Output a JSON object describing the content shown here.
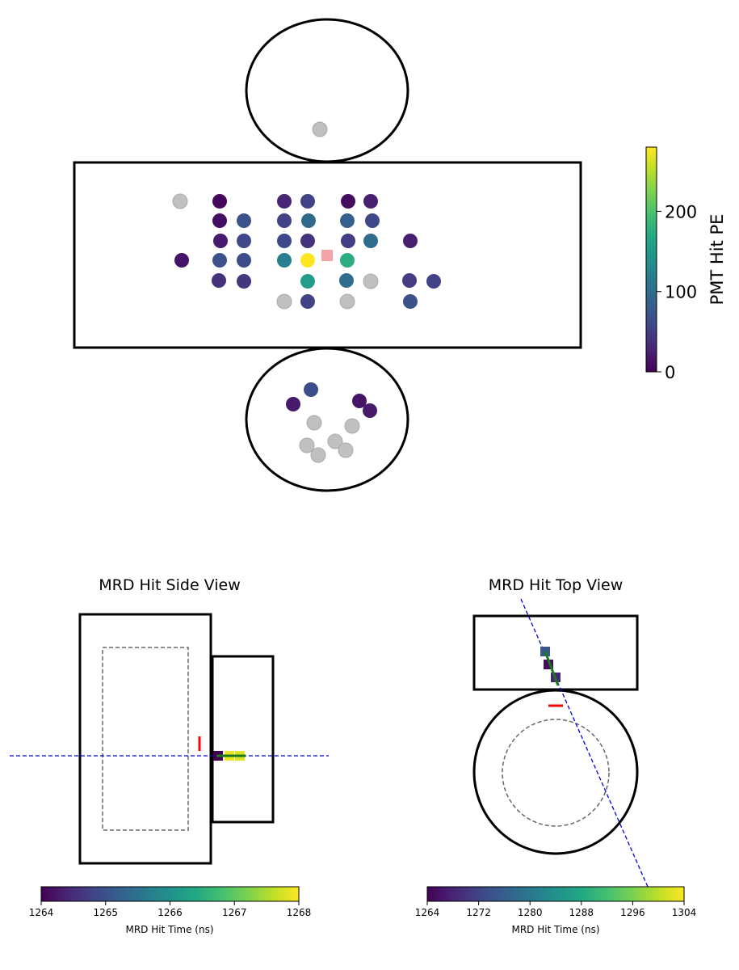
{
  "chart_data": [
    {
      "type": "scatter",
      "title": "",
      "colorbar": {
        "label": "PMT Hit PE",
        "range": [
          0,
          280
        ],
        "ticks": [
          0,
          100,
          200
        ],
        "colormap": "viridis"
      },
      "points": [
        {
          "region": "barrel",
          "pe": null
        },
        {
          "region": "barrel",
          "pe": 5
        },
        {
          "region": "barrel",
          "pe": 30
        },
        {
          "region": "barrel",
          "pe": 55
        },
        {
          "region": "barrel",
          "pe": 8
        },
        {
          "region": "barrel",
          "pe": 25
        },
        {
          "region": "barrel",
          "pe": 10
        },
        {
          "region": "barrel",
          "pe": 70
        },
        {
          "region": "barrel",
          "pe": 55
        },
        {
          "region": "barrel",
          "pe": 95
        },
        {
          "region": "barrel",
          "pe": 85
        },
        {
          "region": "barrel",
          "pe": 60
        },
        {
          "region": "barrel",
          "pe": 20
        },
        {
          "region": "barrel",
          "pe": 60
        },
        {
          "region": "barrel",
          "pe": 60
        },
        {
          "region": "barrel",
          "pe": 40
        },
        {
          "region": "barrel",
          "pe": 50
        },
        {
          "region": "barrel",
          "pe": 100
        },
        {
          "region": "barrel",
          "pe": 25
        },
        {
          "region": "barrel",
          "pe": 15
        },
        {
          "region": "barrel",
          "pe": 70
        },
        {
          "region": "barrel",
          "pe": 65
        },
        {
          "region": "barrel",
          "pe": 120
        },
        {
          "region": "barrel",
          "pe": 280
        },
        {
          "region": "barrel",
          "pe": 175
        },
        {
          "region": "barrel",
          "pe": 40
        },
        {
          "region": "barrel",
          "pe": 45
        },
        {
          "region": "barrel",
          "pe": 155
        },
        {
          "region": "barrel",
          "pe": 100
        },
        {
          "region": "barrel",
          "pe": null
        },
        {
          "region": "barrel",
          "pe": 50
        },
        {
          "region": "barrel",
          "pe": 55
        },
        {
          "region": "barrel",
          "pe": null
        },
        {
          "region": "barrel",
          "pe": 55
        },
        {
          "region": "barrel",
          "pe": null
        },
        {
          "region": "barrel",
          "pe": 70
        },
        {
          "region": "top-cap",
          "pe": null
        },
        {
          "region": "bottom-cap",
          "pe": 65
        },
        {
          "region": "bottom-cap",
          "pe": 20
        },
        {
          "region": "bottom-cap",
          "pe": 15
        },
        {
          "region": "bottom-cap",
          "pe": 20
        },
        {
          "region": "bottom-cap",
          "pe": null
        },
        {
          "region": "bottom-cap",
          "pe": null
        },
        {
          "region": "bottom-cap",
          "pe": null
        },
        {
          "region": "bottom-cap",
          "pe": null
        },
        {
          "region": "bottom-cap",
          "pe": null
        },
        {
          "region": "bottom-cap",
          "pe": null
        }
      ],
      "no_hit_color": "#c0c0c0",
      "vertex_marker_color": "#f4a3a8"
    },
    {
      "type": "scatter",
      "title": "MRD Hit Side View",
      "colorbar": {
        "label": "MRD Hit Time (ns)",
        "range": [
          1264,
          1268
        ],
        "ticks": [
          1264,
          1265,
          1266,
          1267,
          1268
        ],
        "colormap": "viridis"
      },
      "hits": [
        {
          "time": 1264.0
        },
        {
          "time": 1267.9
        },
        {
          "time": 1267.8
        }
      ],
      "track_color": "#1a7a1a",
      "beam_line_color": "#0000dd",
      "vertex_marker_color": "#ff0000"
    },
    {
      "type": "scatter",
      "title": "MRD Hit Top View",
      "colorbar": {
        "label": "MRD Hit Time (ns)",
        "range": [
          1264,
          1304
        ],
        "ticks": [
          1264,
          1272,
          1280,
          1288,
          1296,
          1304
        ],
        "colormap": "viridis"
      },
      "hits": [
        {
          "time": 1275
        },
        {
          "time": 1265
        },
        {
          "time": 1268
        }
      ],
      "track_color": "#1a7a1a",
      "beam_line_color": "#0000dd",
      "vertex_marker_color": "#ff0000"
    }
  ]
}
